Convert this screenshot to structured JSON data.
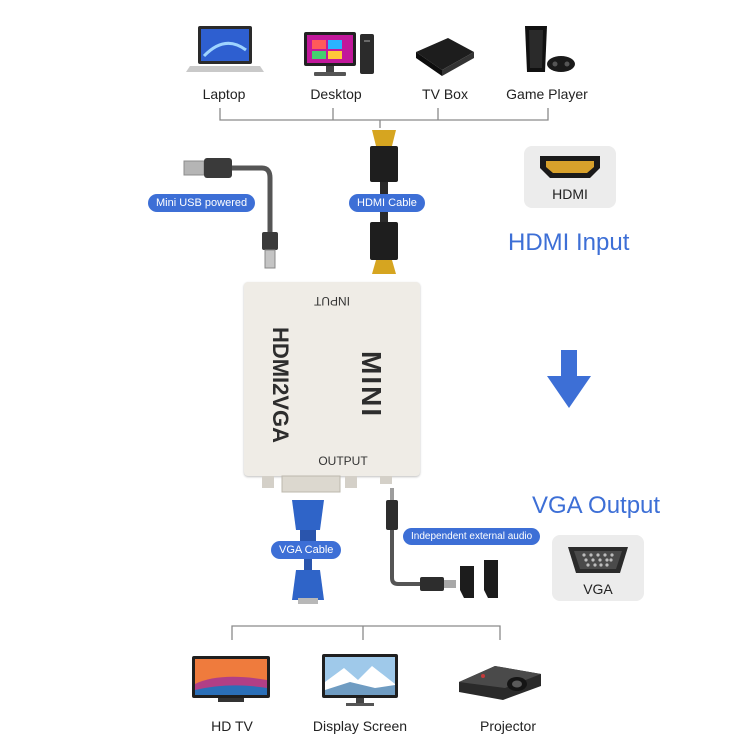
{
  "sources": [
    {
      "label": "Laptop",
      "icon": "laptop-icon"
    },
    {
      "label": "Desktop",
      "icon": "desktop-icon"
    },
    {
      "label": "TV Box",
      "icon": "tv-box-icon"
    },
    {
      "label": "Game Player",
      "icon": "game-console-icon"
    }
  ],
  "cables": {
    "usb": "Mini USB powered",
    "hdmi": "HDMI Cable",
    "vga": "VGA Cable",
    "audio": "Independent external audio"
  },
  "hdmi_card": {
    "label": "HDMI"
  },
  "input_title": "HDMI Input",
  "device": {
    "input_label": "INPUT",
    "model_text": "HDMI2VGA",
    "mini_text": "MINI",
    "output_label": "OUTPUT"
  },
  "output_title": "VGA Output",
  "vga_card": {
    "label": "VGA"
  },
  "outputs": [
    {
      "label": "HD TV",
      "icon": "hd-tv-icon"
    },
    {
      "label": "Display Screen",
      "icon": "display-screen-icon"
    },
    {
      "label": "Projector",
      "icon": "projector-icon"
    }
  ],
  "colors": {
    "accent": "#3d6fd6",
    "card": "#ececec",
    "device": "#efece6"
  }
}
